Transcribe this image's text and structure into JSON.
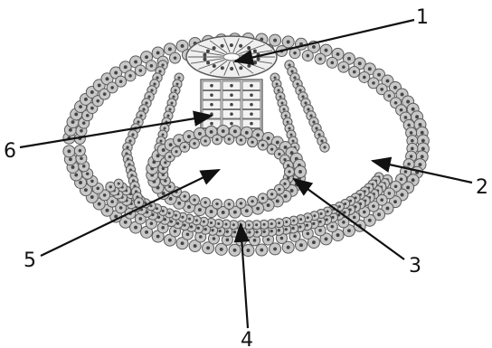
{
  "diagram": {
    "labels": [
      {
        "id": "1",
        "text": "1"
      },
      {
        "id": "2",
        "text": "2"
      },
      {
        "id": "3",
        "text": "3"
      },
      {
        "id": "4",
        "text": "4"
      },
      {
        "id": "5",
        "text": "5"
      },
      {
        "id": "6",
        "text": "6"
      }
    ],
    "colors": {
      "cell_fill": "#c8c8c8",
      "cell_outline": "#5a5a5a",
      "nucleus": "#444444",
      "arrow": "#111111",
      "background": "#ffffff"
    }
  }
}
